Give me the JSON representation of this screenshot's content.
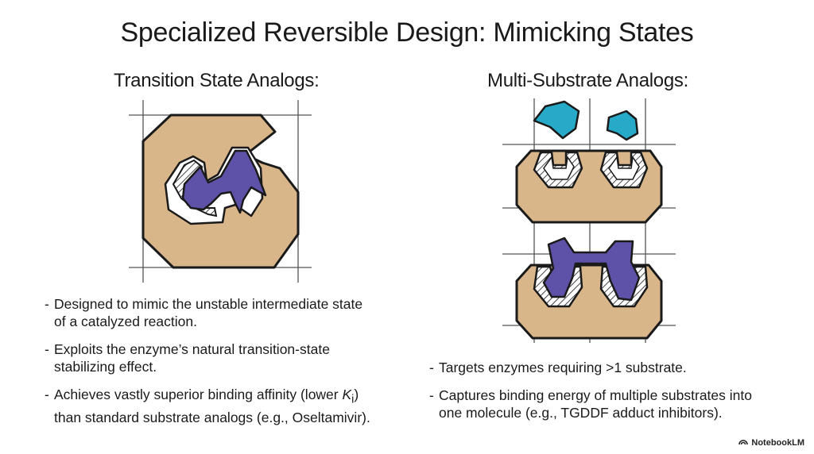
{
  "title": "Specialized Reversible Design: Mimicking States",
  "left": {
    "heading": "Transition State Analogs:",
    "bullets": [
      {
        "dash": "-",
        "line1": "Designed to mimic the unstable intermediate state",
        "line2": "of a catalyzed reaction."
      },
      {
        "dash": "-",
        "line1": "Exploits the enzyme’s natural transition-state",
        "line2": "stabilizing effect."
      },
      {
        "dash": "-",
        "line1": "Achieves vastly superior binding affinity (lower ",
        "ki_k": "K",
        "ki_sub": "i",
        "line1_end": ")",
        "line2": "than standard substrate analogs (e.g., Oseltamivir)."
      }
    ]
  },
  "right": {
    "heading": "Multi-Substrate Analogs:",
    "bullets": [
      {
        "dash": "-",
        "line1": "Targets enzymes requiring >1 substrate.",
        "line2": ""
      },
      {
        "dash": "-",
        "line1": "Captures binding energy of multiple substrates into",
        "line2": "one molecule (e.g., TGDDF adduct inhibitors)."
      }
    ]
  },
  "logo": {
    "text": "NotebookLM",
    "icon": "notebooklm-logo-icon"
  },
  "colors": {
    "enzyme": "#d9b68a",
    "inhibitor_purple": "#5e52a8",
    "substrate_cyan": "#27a9c8",
    "outline": "#1a1a1a",
    "grid": "#555555"
  }
}
